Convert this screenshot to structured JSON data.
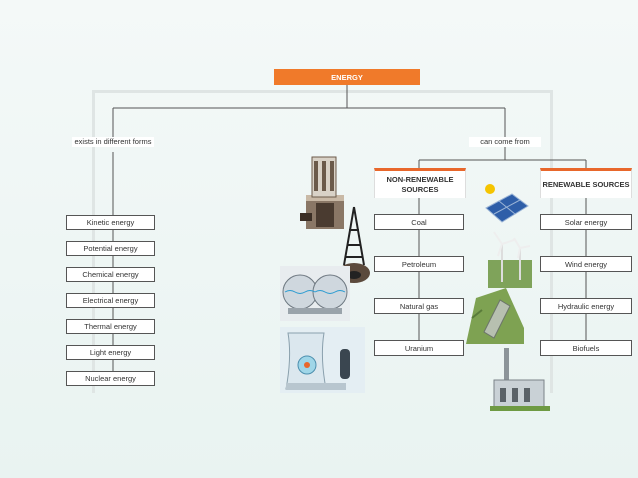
{
  "root": {
    "label": "ENERGY"
  },
  "left_branch": {
    "label": "exists in different forms",
    "items": [
      "Kinetic energy",
      "Potential energy",
      "Chemical energy",
      "Electrical energy",
      "Thermal energy",
      "Light energy",
      "Nuclear energy"
    ]
  },
  "right_branch": {
    "label": "can come from",
    "non_renewable": {
      "title": "NON-RENEWABLE SOURCES",
      "items": [
        "Coal",
        "Petroleum",
        "Natural gas",
        "Uranium"
      ]
    },
    "renewable": {
      "title": "RENEWABLE SOURCES",
      "items": [
        "Solar energy",
        "Wind energy",
        "Hydraulic energy",
        "Biofuels"
      ]
    }
  },
  "colors": {
    "accent": "#f07a2a",
    "frame": "#dfe5e4",
    "lines": "#555555"
  },
  "illustrations": [
    "coal-mine-icon",
    "oil-derrick-icon",
    "gas-tanks-icon",
    "nuclear-plant-icon",
    "solar-panel-icon",
    "wind-turbine-icon",
    "dam-icon",
    "biofuel-plant-icon"
  ]
}
